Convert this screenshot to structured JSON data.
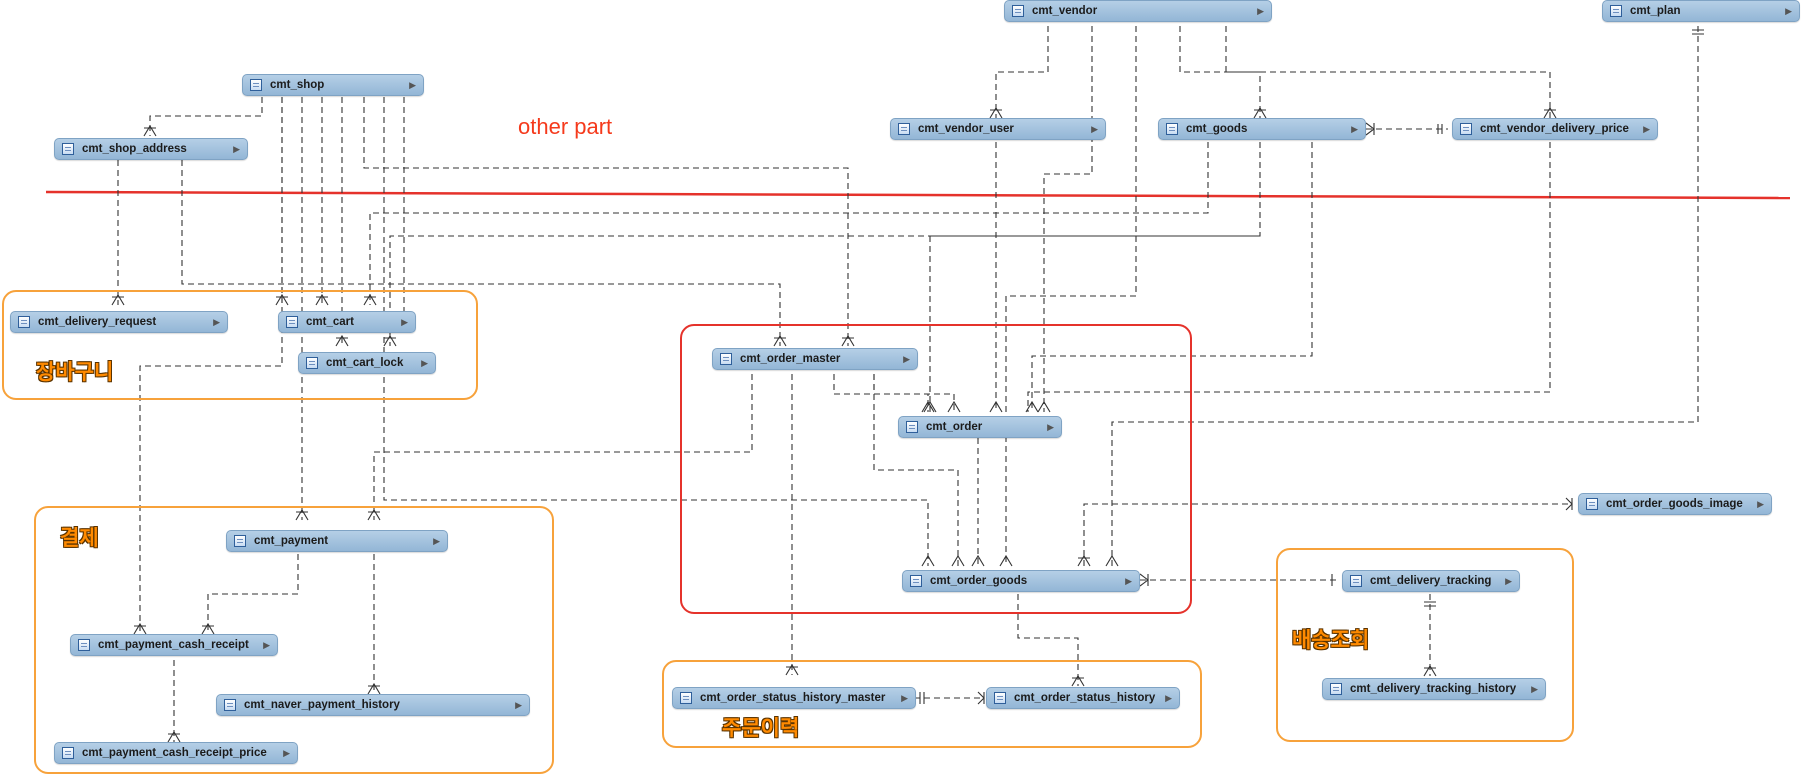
{
  "annotation": "other part",
  "groups": {
    "cart": "장바구니",
    "payment": "결제",
    "delivery": "배송조회",
    "order_history": "주문이력"
  },
  "tables": {
    "cmt_vendor": "cmt_vendor",
    "cmt_plan": "cmt_plan",
    "cmt_shop": "cmt_shop",
    "cmt_shop_address": "cmt_shop_address",
    "cmt_vendor_user": "cmt_vendor_user",
    "cmt_goods": "cmt_goods",
    "cmt_vendor_delivery_price": "cmt_vendor_delivery_price",
    "cmt_delivery_request": "cmt_delivery_request",
    "cmt_cart": "cmt_cart",
    "cmt_cart_lock": "cmt_cart_lock",
    "cmt_order_master": "cmt_order_master",
    "cmt_order": "cmt_order",
    "cmt_order_goods_image": "cmt_order_goods_image",
    "cmt_payment": "cmt_payment",
    "cmt_order_goods": "cmt_order_goods",
    "cmt_delivery_tracking": "cmt_delivery_tracking",
    "cmt_payment_cash_receipt": "cmt_payment_cash_receipt",
    "cmt_naver_payment_history": "cmt_naver_payment_history",
    "cmt_order_status_history_master": "cmt_order_status_history_master",
    "cmt_order_status_history": "cmt_order_status_history",
    "cmt_delivery_tracking_history": "cmt_delivery_tracking_history",
    "cmt_payment_cash_receipt_price": "cmt_payment_cash_receipt_price"
  },
  "colors": {
    "group_border": "#f7a23b",
    "highlight_border": "#e5322b",
    "divider_line": "#e5322b",
    "annotation_text": "#f53a1c",
    "table_fill": "#9dbdda"
  },
  "icons": {
    "table": "table-icon",
    "expand": "expand-arrow-icon"
  }
}
